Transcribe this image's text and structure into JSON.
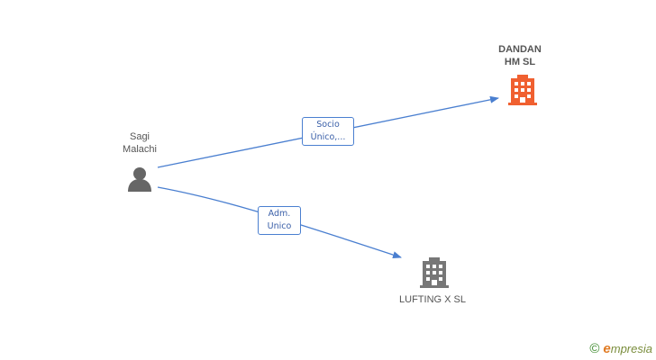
{
  "nodes": {
    "person": {
      "name": "Sagi\nMalachi",
      "icon": "person-icon",
      "color": "#666666"
    },
    "company_main": {
      "name": "DANDAN\nHM SL",
      "icon": "building-icon",
      "color": "#f06030"
    },
    "company_other": {
      "name": "LUFTING X SL",
      "icon": "building-icon",
      "color": "#777777"
    }
  },
  "edges": [
    {
      "label": "Socio\nÚnico,...",
      "color": "#4a7fd0"
    },
    {
      "label": "Adm.\nUnico",
      "color": "#4a7fd0"
    }
  ],
  "watermark": {
    "copyright": "©",
    "brand_first": "e",
    "brand_rest": "mpresia"
  }
}
